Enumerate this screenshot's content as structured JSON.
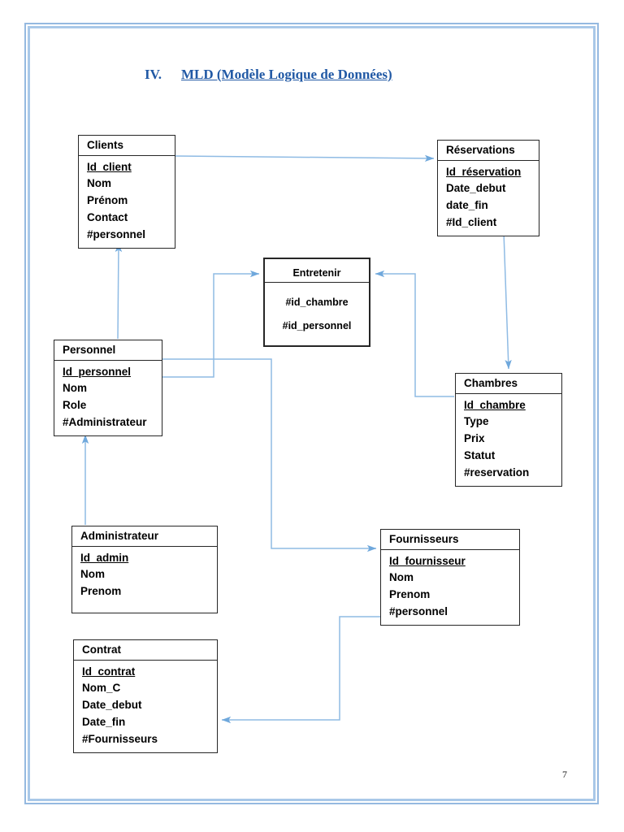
{
  "document": {
    "heading_number": "IV.",
    "heading_title": "MLD (Modèle Logique de Données)",
    "page_number": "7",
    "accent_color": "#2159a5",
    "connector_color": "#7fb0e0",
    "border_color": "#a9c8e8"
  },
  "entities": {
    "clients": {
      "title": "Clients",
      "attributes": [
        "Id_client",
        "Nom",
        "Prénom",
        "Contact",
        "#personnel"
      ],
      "primary_key": "Id_client"
    },
    "reservations": {
      "title": "Réservations",
      "attributes": [
        "Id_réservation",
        "Date_debut",
        "date_fin",
        "#Id_client"
      ],
      "primary_key": "Id_réservation"
    },
    "entretenir": {
      "title": "Entretenir",
      "attributes": [
        "#id_chambre",
        "#id_personnel"
      ],
      "primary_key": ""
    },
    "personnel": {
      "title": "Personnel",
      "attributes": [
        "Id_personnel",
        "Nom",
        "Role",
        "#Administrateur"
      ],
      "primary_key": "Id_personnel"
    },
    "chambres": {
      "title": "Chambres",
      "attributes": [
        "Id_chambre",
        "Type",
        "Prix",
        "Statut",
        "#reservation"
      ],
      "primary_key": "Id_chambre"
    },
    "administrateur": {
      "title": "Administrateur",
      "attributes": [
        "Id_admin",
        "Nom",
        "Prenom"
      ],
      "primary_key": "Id_admin"
    },
    "fournisseurs": {
      "title": "Fournisseurs",
      "attributes": [
        "Id_fournisseur",
        "Nom",
        "Prenom",
        "#personnel"
      ],
      "primary_key": "Id_fournisseur"
    },
    "contrat": {
      "title": "Contrat",
      "attributes": [
        "Id_contrat",
        "Nom_C",
        "Date_debut",
        "Date_fin",
        "#Fournisseurs"
      ],
      "primary_key": "Id_contrat"
    }
  },
  "relations": [
    {
      "id": "clients-to-reservations",
      "from": "Clients",
      "to": "Réservations"
    },
    {
      "id": "personnel-to-clients",
      "from": "Personnel",
      "to": "Clients"
    },
    {
      "id": "personnel-to-entretenir",
      "from": "Personnel",
      "to": "Entretenir"
    },
    {
      "id": "chambres-to-entretenir",
      "from": "Chambres",
      "to": "Entretenir"
    },
    {
      "id": "reservations-to-chambres",
      "from": "Réservations",
      "to": "Chambres"
    },
    {
      "id": "administrateur-to-personnel",
      "from": "Administrateur",
      "to": "Personnel"
    },
    {
      "id": "personnel-to-fournisseurs",
      "from": "Personnel",
      "to": "Fournisseurs"
    },
    {
      "id": "fournisseurs-to-contrat",
      "from": "Fournisseurs",
      "to": "Contrat"
    }
  ]
}
